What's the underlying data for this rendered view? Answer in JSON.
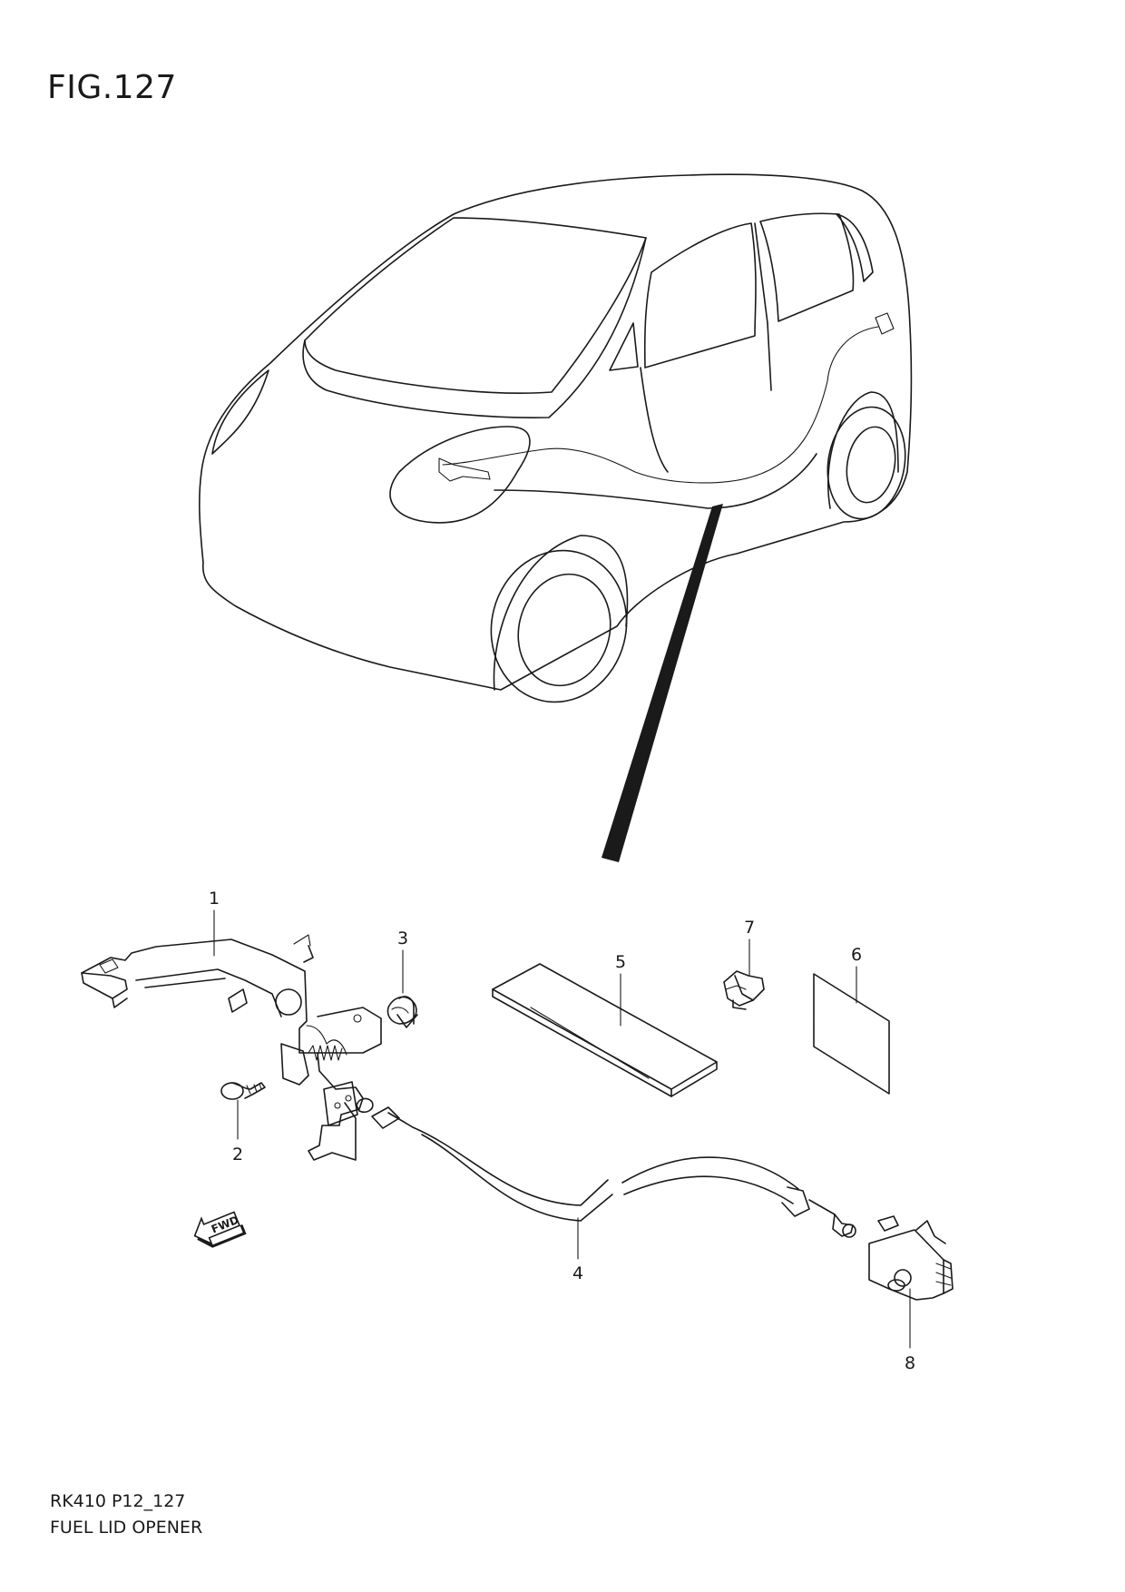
{
  "figure": {
    "title": "FIG.127",
    "code": "RK410 P12_127",
    "name": "FUEL LID OPENER"
  },
  "parts": [
    {
      "id": "1",
      "label": "1"
    },
    {
      "id": "2",
      "label": "2"
    },
    {
      "id": "3",
      "label": "3"
    },
    {
      "id": "4",
      "label": "4"
    },
    {
      "id": "5",
      "label": "5"
    },
    {
      "id": "6",
      "label": "6"
    },
    {
      "id": "7",
      "label": "7"
    },
    {
      "id": "8",
      "label": "8"
    }
  ],
  "direction_marker": {
    "label": "FWD",
    "icon": "fwd-arrow-icon"
  }
}
